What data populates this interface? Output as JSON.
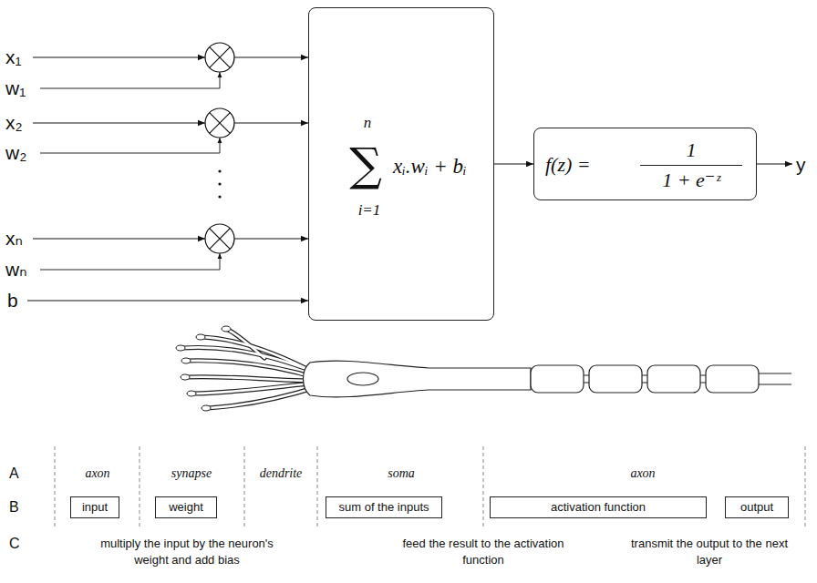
{
  "diagram": {
    "nodes": [
      {
        "text": [
          "n",
          "∑",
          "i=1",
          "xᵢ.wᵢ + bᵢ"
        ]
      },
      {
        "text": [
          "f(z) =",
          "1",
          "1 + e⁻ᶻ"
        ]
      },
      {
        "text": [
          "input"
        ]
      },
      {
        "text": [
          "weight"
        ]
      },
      {
        "text": [
          "sum of the inputs"
        ]
      },
      {
        "text": [
          "activation function"
        ]
      },
      {
        "text": [
          "output"
        ]
      }
    ],
    "edges": [
      {
        "from": 0,
        "to": 1,
        "arrow": "to"
      }
    ],
    "labels": [
      "x₁",
      "w₁",
      "x₂",
      "w₂",
      "xₙ",
      "wₙ",
      "b",
      "y",
      "A",
      "axon",
      "synapse",
      "dendrite",
      "soma",
      "axon",
      "B",
      "C",
      "multiply the input by the neuron's weight and add bias",
      "feed the result to the activation function",
      "transmit the output to the next layer"
    ]
  }
}
